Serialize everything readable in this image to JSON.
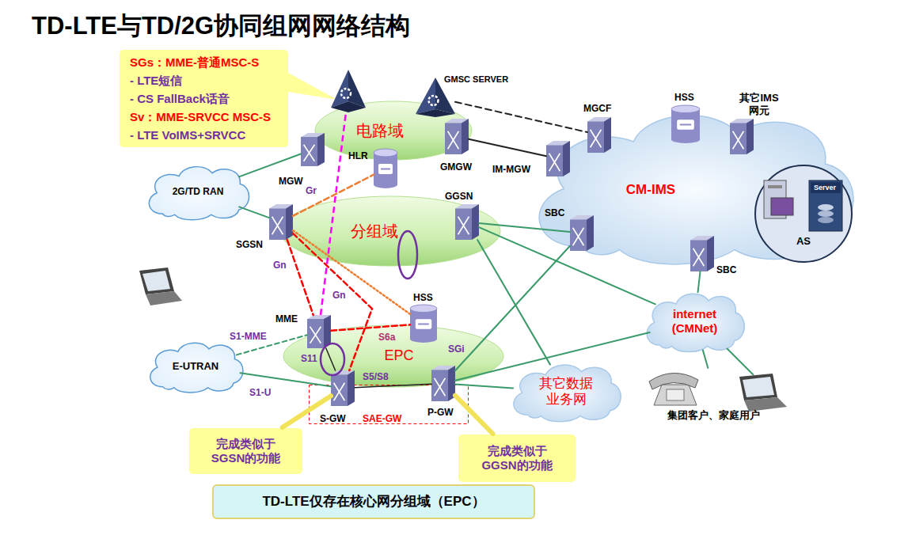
{
  "diagram": {
    "title": "TD-LTE与TD/2G协同组网网络结构",
    "nodes": [
      {
        "text": [
          "SGs：MME-普通MSC-S",
          "- LTE短信",
          "- CS FallBack话音",
          "Sv：MME-SRVCC MSC-S",
          "- LTE VoIMS+SRVCC"
        ]
      },
      {
        "text": [
          "电路域"
        ]
      },
      {
        "text": [
          "分组域"
        ]
      },
      {
        "text": [
          "EPC"
        ]
      },
      {
        "text": [
          "2G/TD RAN"
        ]
      },
      {
        "text": [
          "E-UTRAN"
        ]
      },
      {
        "text": [
          "CM-IMS"
        ]
      },
      {
        "text": [
          "AS"
        ],
        "in": 6
      },
      {
        "text": [
          "internet (CMNet)"
        ]
      },
      {
        "text": [
          "其它数据 业务网"
        ]
      },
      {
        "text": [
          "MGW"
        ]
      },
      {
        "text": [
          "GMSC SERVER"
        ]
      },
      {
        "text": [
          "GMGW"
        ]
      },
      {
        "text": [
          "HLR"
        ]
      },
      {
        "text": [
          "SGSN"
        ]
      },
      {
        "text": [
          "GGSN"
        ]
      },
      {
        "text": [
          "MME"
        ]
      },
      {
        "text": [
          "HSS"
        ]
      },
      {
        "text": [
          "SAE-GW"
        ]
      },
      {
        "text": [
          "S-GW"
        ],
        "in": 18
      },
      {
        "text": [
          "P-GW"
        ],
        "in": 18
      },
      {
        "text": [
          "MGCF"
        ]
      },
      {
        "text": [
          "HSS"
        ]
      },
      {
        "text": [
          "其它IMS 网元"
        ]
      },
      {
        "text": [
          "IM-MGW"
        ]
      },
      {
        "text": [
          "SBC"
        ]
      },
      {
        "text": [
          "SBC"
        ]
      },
      {
        "text": [
          "集团客户、家庭用户"
        ]
      },
      {
        "text": [
          "完成类似于 SGSN的功能"
        ]
      },
      {
        "text": [
          "完成类似于 GGSN的功能"
        ]
      },
      {
        "text": [
          "TD-LTE仅存在核心网分组域（EPC）"
        ]
      }
    ],
    "edges": [
      {
        "from": 4,
        "to": 10,
        "arrow": "none"
      },
      {
        "from": 4,
        "to": 14,
        "arrow": "none"
      },
      {
        "from": 14,
        "to": 13,
        "label": "Gr",
        "arrow": "none"
      },
      {
        "from": 14,
        "to": 16,
        "label": "Gn",
        "arrow": "none"
      },
      {
        "from": 14,
        "to": 19,
        "label": "Gn",
        "arrow": "none"
      },
      {
        "from": 16,
        "to": 17,
        "label": "S6a",
        "arrow": "none"
      },
      {
        "from": 14,
        "to": 17,
        "arrow": "none"
      },
      {
        "from": 5,
        "to": 16,
        "label": "S1-MME",
        "arrow": "none"
      },
      {
        "from": 5,
        "to": 19,
        "label": "S1-U",
        "arrow": "none"
      },
      {
        "from": 16,
        "to": 19,
        "label": "S11",
        "arrow": "none"
      },
      {
        "from": 19,
        "to": 20,
        "label": "S5/S8",
        "arrow": "none"
      },
      {
        "from": 20,
        "to": 25,
        "label": "SGi",
        "arrow": "none"
      },
      {
        "from": 20,
        "to": 8,
        "arrow": "none"
      },
      {
        "from": 20,
        "to": 9,
        "arrow": "none"
      },
      {
        "from": 15,
        "to": 25,
        "arrow": "none"
      },
      {
        "from": 15,
        "to": 8,
        "arrow": "none"
      },
      {
        "from": 15,
        "to": 9,
        "arrow": "none"
      },
      {
        "from": 26,
        "to": 8,
        "arrow": "none"
      },
      {
        "from": 8,
        "to": 27,
        "arrow": "none"
      },
      {
        "from": 12,
        "to": 24,
        "arrow": "none"
      },
      {
        "from": 11,
        "to": 21,
        "arrow": "none"
      },
      {
        "from": 28,
        "to": 19,
        "arrow": "none"
      },
      {
        "from": 29,
        "to": 20,
        "arrow": "none"
      }
    ],
    "labels": [
      "Server"
    ]
  }
}
